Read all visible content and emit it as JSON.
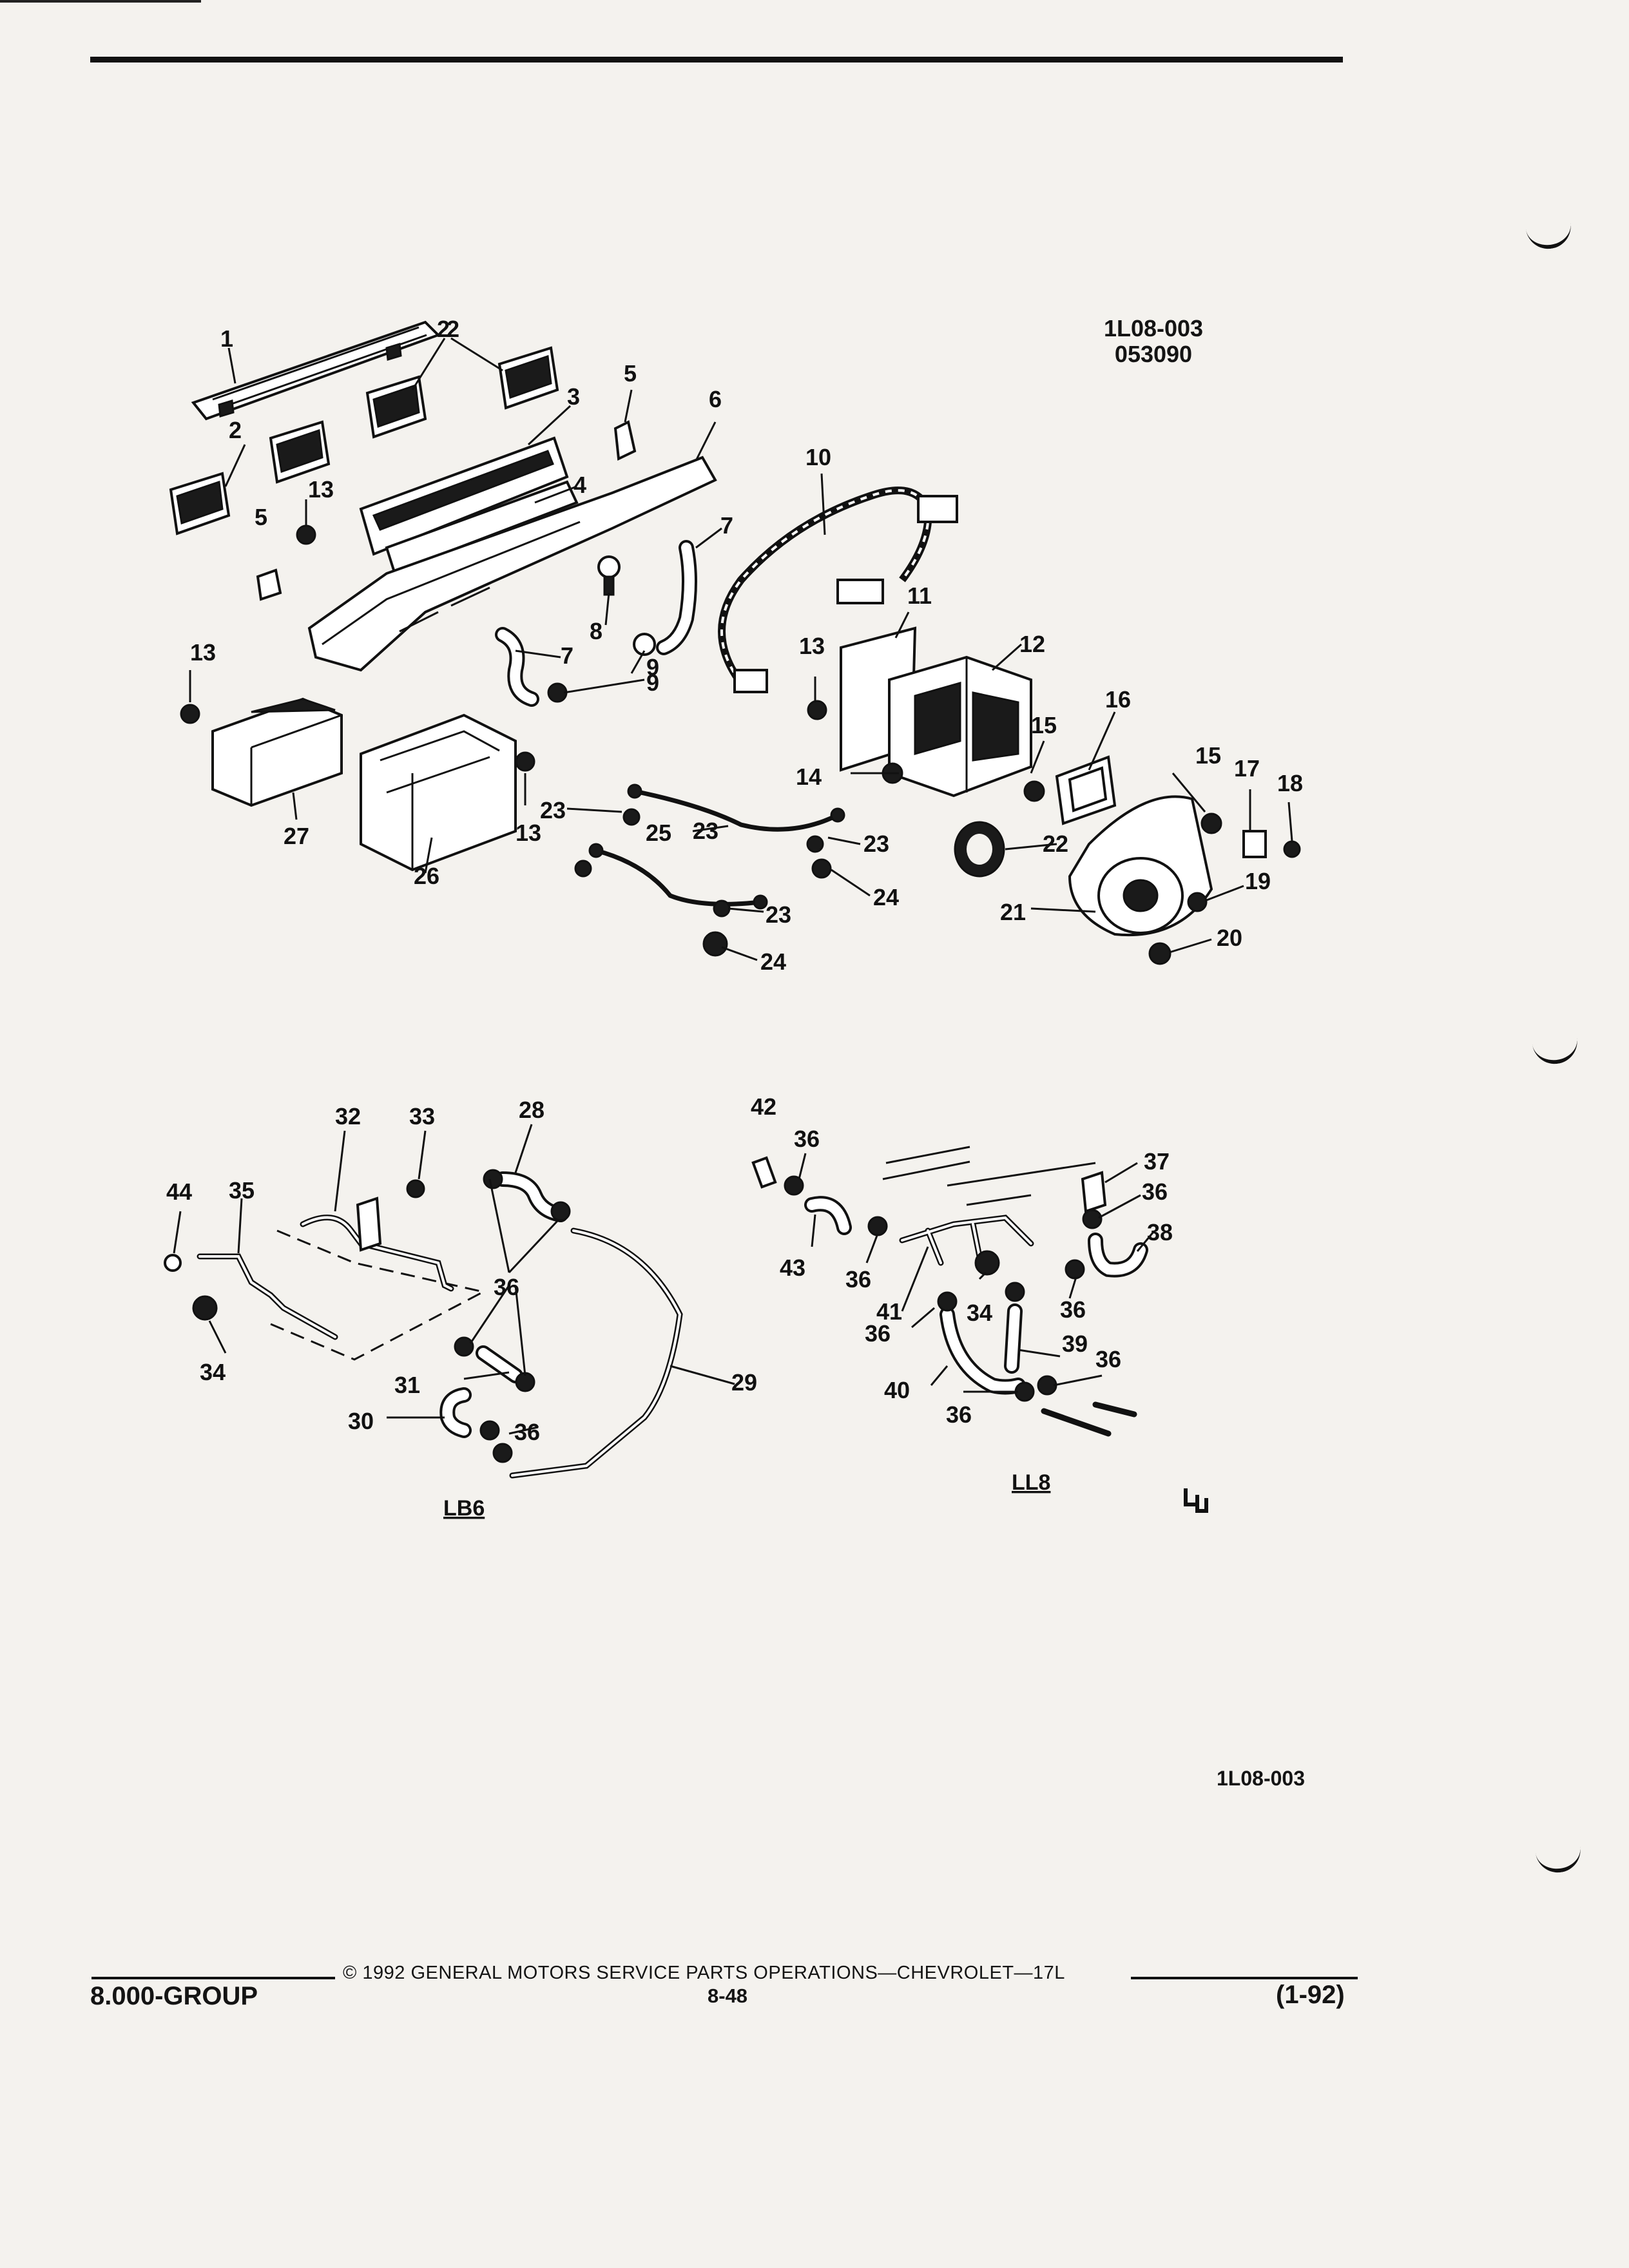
{
  "header": {
    "ref_code": "1L08-003",
    "ref_number": "053090"
  },
  "callouts": [
    "1",
    "2",
    "2",
    "2",
    "3",
    "4",
    "5",
    "5",
    "6",
    "7",
    "7",
    "8",
    "9",
    "9",
    "10",
    "11",
    "12",
    "13",
    "13",
    "13",
    "13",
    "14",
    "15",
    "15",
    "16",
    "17",
    "18",
    "19",
    "20",
    "21",
    "22",
    "23",
    "23",
    "23",
    "23",
    "24",
    "24",
    "25",
    "26",
    "27",
    "28",
    "29",
    "30",
    "31",
    "32",
    "33",
    "34",
    "34",
    "35",
    "36",
    "36",
    "36",
    "36",
    "36",
    "36",
    "36",
    "36",
    "36",
    "37",
    "38",
    "39",
    "40",
    "41",
    "42",
    "43",
    "44"
  ],
  "engines": {
    "left": "LB6",
    "right": "LL8"
  },
  "illustration_code": "1L08-003",
  "footer": {
    "copyright": "© 1992 GENERAL MOTORS SERVICE PARTS OPERATIONS—CHEVROLET—17L",
    "group": "8.000-GROUP",
    "page": "8-48",
    "date": "(1-92)"
  }
}
